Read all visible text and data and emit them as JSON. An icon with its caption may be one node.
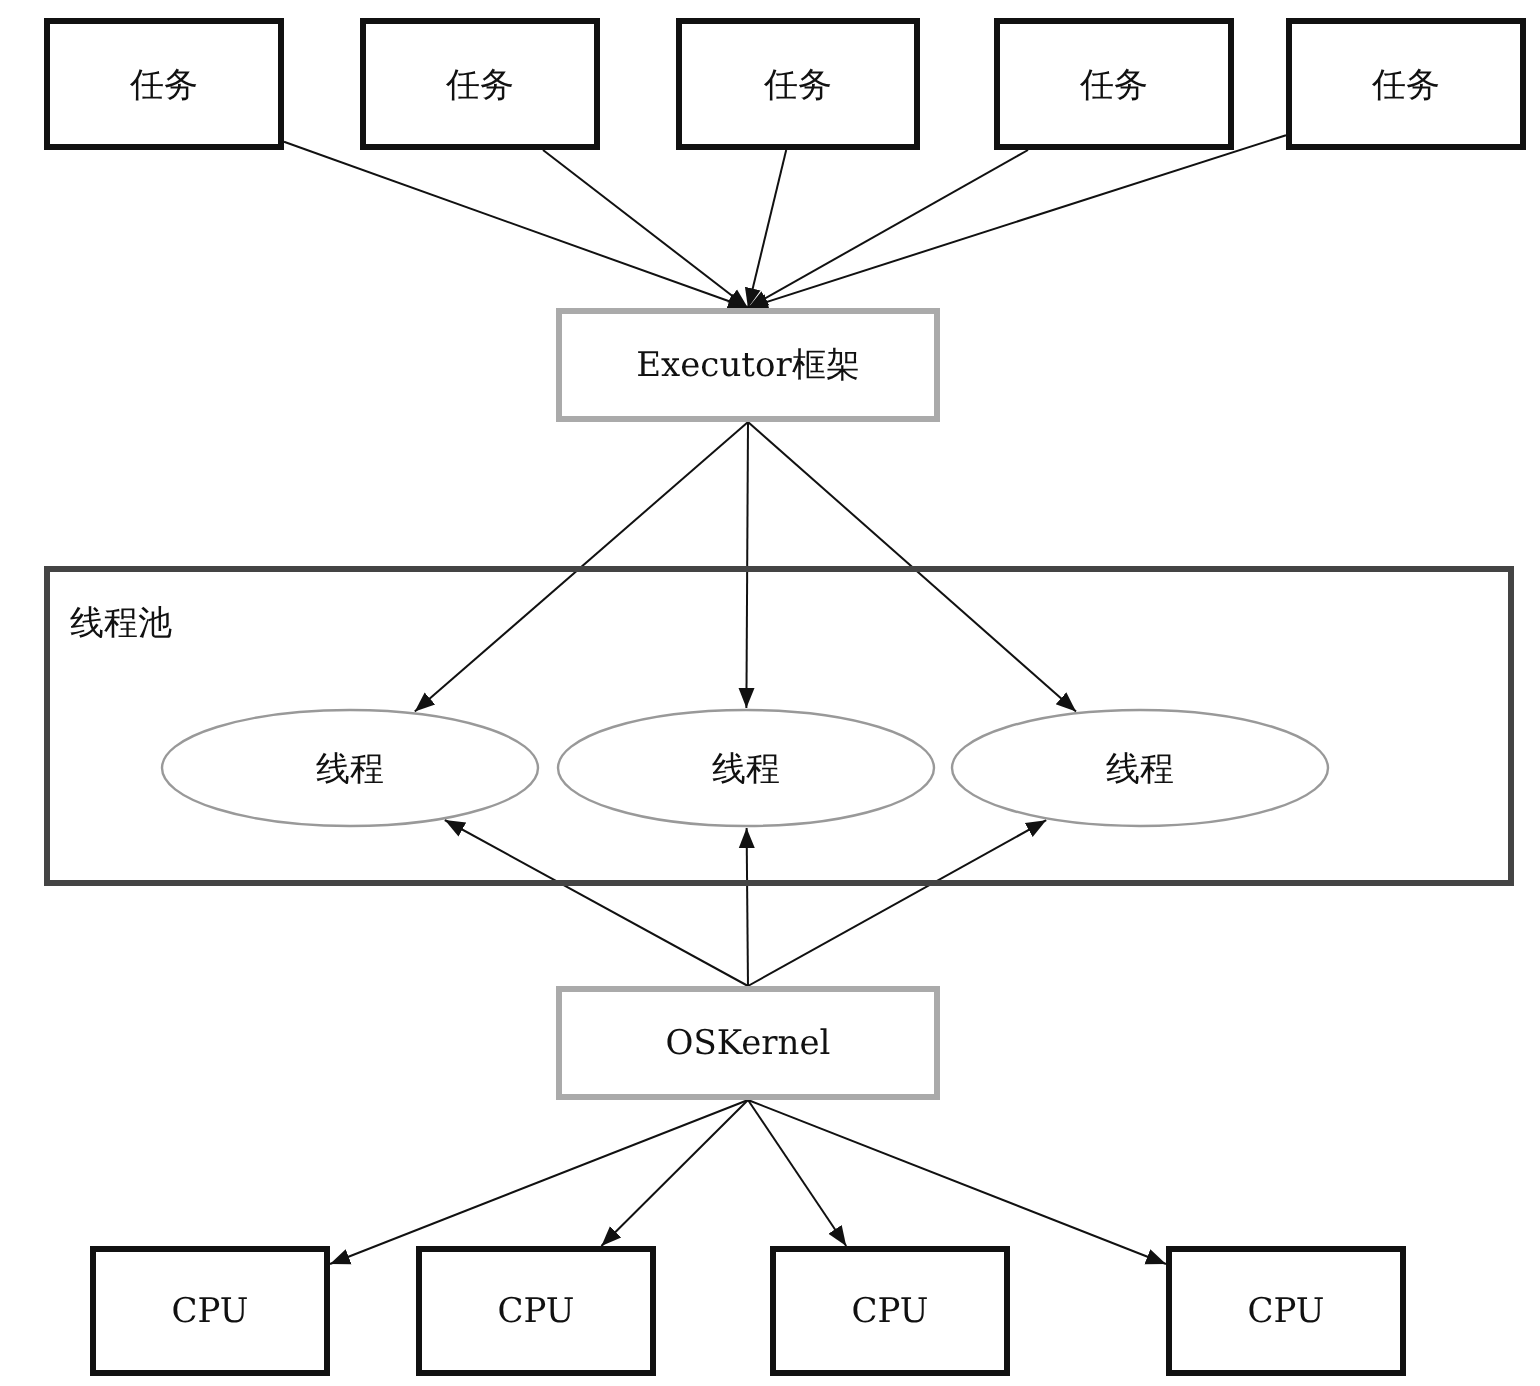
{
  "diagram": {
    "nodes": [
      {
        "text": [
          "任务"
        ]
      },
      {
        "text": [
          "任务"
        ]
      },
      {
        "text": [
          "任务"
        ]
      },
      {
        "text": [
          "任务"
        ]
      },
      {
        "text": [
          "任务"
        ]
      },
      {
        "text": [
          "Executor框架"
        ]
      },
      {
        "text": [
          "线程池"
        ]
      },
      {
        "text": [
          "线程"
        ],
        "in": 6
      },
      {
        "text": [
          "线程"
        ],
        "in": 6
      },
      {
        "text": [
          "线程"
        ],
        "in": 6
      },
      {
        "text": [
          "OSKernel"
        ]
      },
      {
        "text": [
          "CPU"
        ]
      },
      {
        "text": [
          "CPU"
        ]
      },
      {
        "text": [
          "CPU"
        ]
      },
      {
        "text": [
          "CPU"
        ]
      }
    ],
    "edges": [
      {
        "from": 0,
        "to": 5,
        "arrow": "to"
      },
      {
        "from": 1,
        "to": 5,
        "arrow": "to"
      },
      {
        "from": 2,
        "to": 5,
        "arrow": "to"
      },
      {
        "from": 3,
        "to": 5,
        "arrow": "to"
      },
      {
        "from": 4,
        "to": 5,
        "arrow": "to"
      },
      {
        "from": 5,
        "to": 7,
        "arrow": "to"
      },
      {
        "from": 5,
        "to": 8,
        "arrow": "to"
      },
      {
        "from": 5,
        "to": 9,
        "arrow": "to"
      },
      {
        "from": 10,
        "to": 7,
        "arrow": "to"
      },
      {
        "from": 10,
        "to": 8,
        "arrow": "to"
      },
      {
        "from": 10,
        "to": 9,
        "arrow": "to"
      },
      {
        "from": 10,
        "to": 11,
        "arrow": "to"
      },
      {
        "from": 10,
        "to": 12,
        "arrow": "to"
      },
      {
        "from": 10,
        "to": 13,
        "arrow": "to"
      },
      {
        "from": 10,
        "to": 14,
        "arrow": "to"
      }
    ]
  }
}
